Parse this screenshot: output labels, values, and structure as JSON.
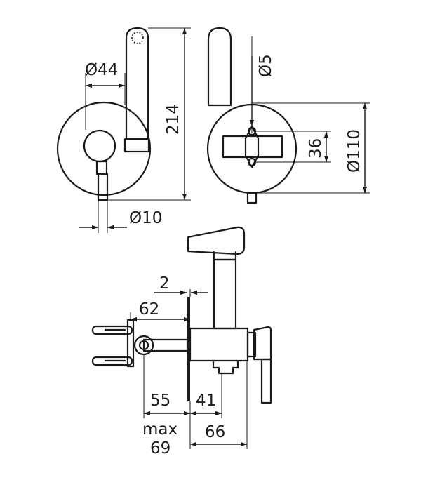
{
  "dimensions": {
    "d44": "Ø44",
    "h214": "214",
    "d5": "Ø5",
    "d110": "Ø110",
    "d36": "36",
    "d10": "Ø10",
    "d2": "2",
    "d62": "62",
    "d55": "55",
    "d41": "41",
    "max_label": "max",
    "d69": "69",
    "d66": "66"
  },
  "colors": {
    "line": "#1a1a1a",
    "background": "#ffffff"
  }
}
